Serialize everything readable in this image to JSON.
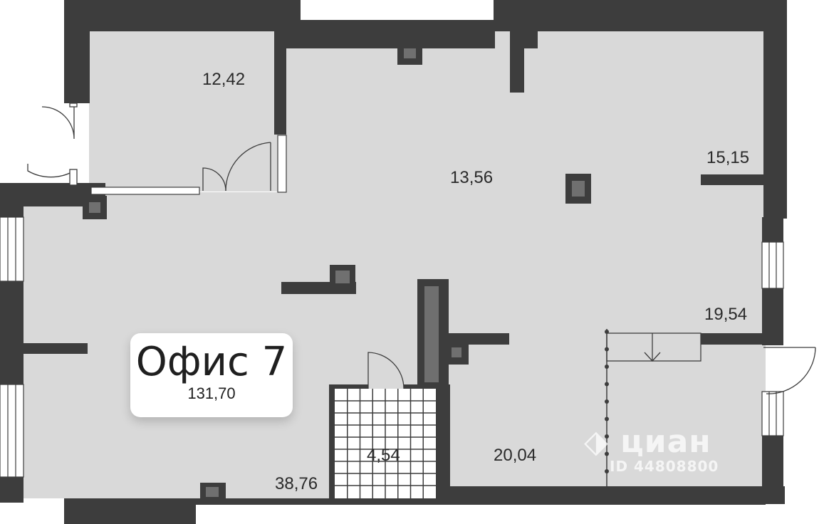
{
  "office": {
    "name": "Офис 7",
    "total_area": "131,70"
  },
  "rooms": [
    {
      "id": "room-1",
      "area": "12,42"
    },
    {
      "id": "room-2",
      "area": "13,56"
    },
    {
      "id": "room-3",
      "area": "15,15"
    },
    {
      "id": "room-4",
      "area": "19,54"
    },
    {
      "id": "room-5",
      "area": "38,76"
    },
    {
      "id": "room-6",
      "area": "4,54"
    },
    {
      "id": "room-7",
      "area": "20,04"
    }
  ],
  "watermark": {
    "logo": "циан",
    "id": "ID 44808800"
  },
  "colors": {
    "floor": "#d9d9d9",
    "wall": "#3d3d3d",
    "background": "#ffffff"
  }
}
